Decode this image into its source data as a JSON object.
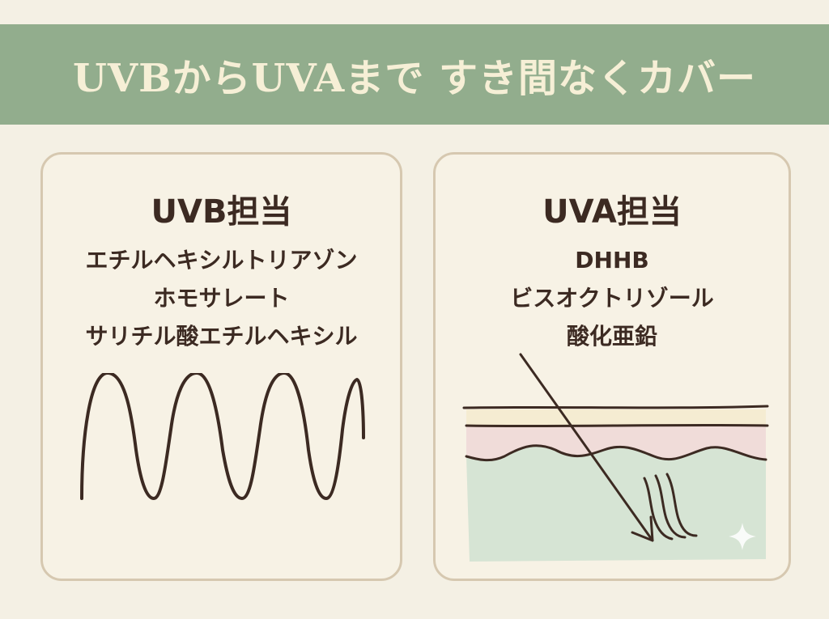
{
  "banner": {
    "title": "UVBからUVAまで すき間なくカバー"
  },
  "uvb_card": {
    "heading": "UVB担当",
    "ingredients": [
      "エチルヘキシルトリアゾン",
      "ホモサレート",
      "サリチル酸エチルヘキシル"
    ]
  },
  "uva_card": {
    "heading": "UVA担当",
    "ingredients": [
      "DHHB",
      "ビスオクトリゾール",
      "酸化亜鉛"
    ]
  },
  "colors": {
    "banner_bg": "#92ad8d",
    "banner_text": "#f6efd6",
    "page_bg": "#f4f0e4",
    "card_border": "#d6c8b0",
    "text_dark": "#3c2a22",
    "skin_top": "#f5ecd2",
    "skin_pink": "#f0dcd9",
    "skin_green": "#d6e4d4"
  },
  "icons": [
    "uvb-short-wave-icon",
    "uva-skin-penetration-icon",
    "sparkle-icon"
  ]
}
